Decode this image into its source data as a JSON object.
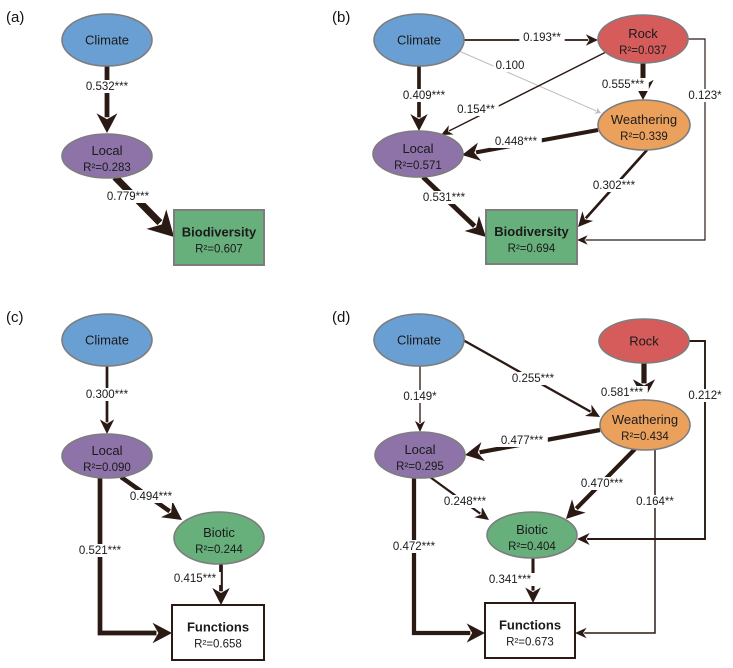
{
  "colors": {
    "climate": "#6a9fd4",
    "local": "#8e73a8",
    "rock": "#d65c5c",
    "weathering": "#eba05c",
    "green": "#67b07c",
    "functions": "#ffffff",
    "node_stroke": "#7d7d7d",
    "box_stroke_dark": "#2b1a14",
    "arrow": "#2b1a14",
    "arrow_nonsig": "#bdbdbd"
  },
  "panels": [
    {
      "id": "a",
      "label": "(a)",
      "nodes": [
        {
          "id": "climate",
          "title": "Climate",
          "r2": null,
          "shape": "ellipse",
          "color": "climate"
        },
        {
          "id": "local",
          "title": "Local",
          "r2": "R²=0.283",
          "shape": "ellipse",
          "color": "local"
        },
        {
          "id": "biodiversity",
          "title": "Biodiversity",
          "r2": "R²=0.607",
          "shape": "box",
          "color": "green",
          "bold": true
        }
      ],
      "edges": [
        {
          "from": "climate",
          "to": "local",
          "coef": 0.532,
          "label": "0.532***",
          "significant": true
        },
        {
          "from": "local",
          "to": "biodiversity",
          "coef": 0.779,
          "label": "0.779***",
          "significant": true
        }
      ]
    },
    {
      "id": "b",
      "label": "(b)",
      "nodes": [
        {
          "id": "climate",
          "title": "Climate",
          "r2": null,
          "shape": "ellipse",
          "color": "climate"
        },
        {
          "id": "rock",
          "title": "Rock",
          "r2": "R²=0.037",
          "shape": "ellipse",
          "color": "rock"
        },
        {
          "id": "weathering",
          "title": "Weathering",
          "r2": "R²=0.339",
          "shape": "ellipse",
          "color": "weathering"
        },
        {
          "id": "local",
          "title": "Local",
          "r2": "R²=0.571",
          "shape": "ellipse",
          "color": "local"
        },
        {
          "id": "biodiversity",
          "title": "Biodiversity",
          "r2": "R²=0.694",
          "shape": "box",
          "color": "green",
          "bold": true
        }
      ],
      "edges": [
        {
          "from": "climate",
          "to": "rock",
          "coef": 0.193,
          "label": "0.193**",
          "significant": true
        },
        {
          "from": "climate",
          "to": "weathering",
          "coef": 0.1,
          "label": "0.100",
          "significant": false
        },
        {
          "from": "climate",
          "to": "local",
          "coef": 0.409,
          "label": "0.409***",
          "significant": true
        },
        {
          "from": "rock",
          "to": "local",
          "coef": 0.154,
          "label": "0.154**",
          "significant": true
        },
        {
          "from": "rock",
          "to": "weathering",
          "coef": 0.555,
          "label": "0.555***",
          "significant": true
        },
        {
          "from": "rock",
          "to": "biodiversity",
          "coef": 0.123,
          "label": "0.123*",
          "significant": true
        },
        {
          "from": "weathering",
          "to": "local",
          "coef": 0.448,
          "label": "0.448***",
          "significant": true
        },
        {
          "from": "weathering",
          "to": "biodiversity",
          "coef": 0.302,
          "label": "0.302***",
          "significant": true
        },
        {
          "from": "local",
          "to": "biodiversity",
          "coef": 0.531,
          "label": "0.531***",
          "significant": true
        }
      ]
    },
    {
      "id": "c",
      "label": "(c)",
      "nodes": [
        {
          "id": "climate",
          "title": "Climate",
          "r2": null,
          "shape": "ellipse",
          "color": "climate"
        },
        {
          "id": "local",
          "title": "Local",
          "r2": "R²=0.090",
          "shape": "ellipse",
          "color": "local"
        },
        {
          "id": "biotic",
          "title": "Biotic",
          "r2": "R²=0.244",
          "shape": "ellipse",
          "color": "green"
        },
        {
          "id": "functions",
          "title": "Functions",
          "r2": "R²=0.658",
          "shape": "box",
          "color": "functions",
          "bold": true
        }
      ],
      "edges": [
        {
          "from": "climate",
          "to": "local",
          "coef": 0.3,
          "label": "0.300***",
          "significant": true
        },
        {
          "from": "local",
          "to": "biotic",
          "coef": 0.494,
          "label": "0.494***",
          "significant": true
        },
        {
          "from": "local",
          "to": "functions",
          "coef": 0.521,
          "label": "0.521***",
          "significant": true
        },
        {
          "from": "biotic",
          "to": "functions",
          "coef": 0.415,
          "label": "0.415***",
          "significant": true
        }
      ]
    },
    {
      "id": "d",
      "label": "(d)",
      "nodes": [
        {
          "id": "climate",
          "title": "Climate",
          "r2": null,
          "shape": "ellipse",
          "color": "climate"
        },
        {
          "id": "rock",
          "title": "Rock",
          "r2": null,
          "shape": "ellipse",
          "color": "rock"
        },
        {
          "id": "weathering",
          "title": "Weathering",
          "r2": "R²=0.434",
          "shape": "ellipse",
          "color": "weathering"
        },
        {
          "id": "local",
          "title": "Local",
          "r2": "R²=0.295",
          "shape": "ellipse",
          "color": "local"
        },
        {
          "id": "biotic",
          "title": "Biotic",
          "r2": "R²=0.404",
          "shape": "ellipse",
          "color": "green"
        },
        {
          "id": "functions",
          "title": "Functions",
          "r2": "R²=0.673",
          "shape": "box",
          "color": "functions",
          "bold": true
        }
      ],
      "edges": [
        {
          "from": "climate",
          "to": "local",
          "coef": 0.149,
          "label": "0.149*",
          "significant": true
        },
        {
          "from": "climate",
          "to": "weathering",
          "coef": 0.255,
          "label": "0.255***",
          "significant": true
        },
        {
          "from": "rock",
          "to": "weathering",
          "coef": 0.581,
          "label": "0.581***",
          "significant": true
        },
        {
          "from": "rock",
          "to": "biotic",
          "coef": 0.212,
          "label": "0.212*",
          "significant": true
        },
        {
          "from": "weathering",
          "to": "local",
          "coef": 0.477,
          "label": "0.477***",
          "significant": true
        },
        {
          "from": "weathering",
          "to": "biotic",
          "coef": 0.47,
          "label": "0.470***",
          "significant": true
        },
        {
          "from": "weathering",
          "to": "functions",
          "coef": 0.164,
          "label": "0.164**",
          "significant": true
        },
        {
          "from": "local",
          "to": "biotic",
          "coef": 0.248,
          "label": "0.248***",
          "significant": true
        },
        {
          "from": "local",
          "to": "functions",
          "coef": 0.472,
          "label": "0.472***",
          "significant": true
        },
        {
          "from": "biotic",
          "to": "functions",
          "coef": 0.341,
          "label": "0.341***",
          "significant": true
        }
      ]
    }
  ]
}
